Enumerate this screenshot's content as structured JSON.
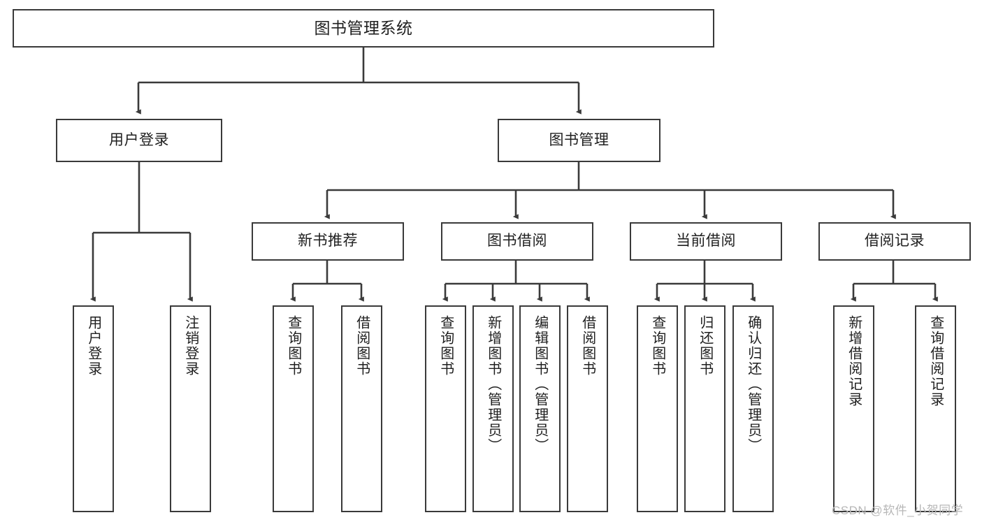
{
  "diagram": {
    "type": "tree-hierarchy-chart",
    "title": "图书管理系统",
    "stroke_color": "#3a3a3a",
    "background_color": "#ffffff",
    "text_color": "#1f1f1f",
    "watermark": "CSDN @软件_小贺同学",
    "watermark_color": "#b7b7b7",
    "nodes": {
      "root": {
        "label": "图书管理系统",
        "level": 0
      },
      "l1": [
        {
          "id": "user-login",
          "label": "用户登录"
        },
        {
          "id": "book-manage",
          "label": "图书管理"
        }
      ],
      "l2": [
        {
          "id": "new-book-recommend",
          "label": "新书推荐"
        },
        {
          "id": "book-borrow",
          "label": "图书借阅"
        },
        {
          "id": "current-borrow",
          "label": "当前借阅"
        },
        {
          "id": "borrow-record",
          "label": "借阅记录"
        }
      ],
      "leaves": {
        "user_login": [
          {
            "id": "leaf-user-login",
            "label": "用户登录"
          },
          {
            "id": "leaf-logout-login",
            "label": "注销登录"
          }
        ],
        "new_book_recommend": [
          {
            "id": "leaf-query-book-1",
            "label": "查询图书"
          },
          {
            "id": "leaf-borrow-book-1",
            "label": "借阅图书"
          }
        ],
        "book_borrow": [
          {
            "id": "leaf-query-book-2",
            "label": "查询图书"
          },
          {
            "id": "leaf-add-book",
            "label": "新增图书（管理员）"
          },
          {
            "id": "leaf-edit-book",
            "label": "编辑图书（管理员）"
          },
          {
            "id": "leaf-borrow-book-2",
            "label": "借阅图书"
          }
        ],
        "current_borrow": [
          {
            "id": "leaf-query-book-3",
            "label": "查询图书"
          },
          {
            "id": "leaf-return-book",
            "label": "归还图书"
          },
          {
            "id": "leaf-confirm-return",
            "label": "确认归还（管理员）"
          }
        ],
        "borrow_record": [
          {
            "id": "leaf-add-borrow-record",
            "label": "新增借阅记录"
          },
          {
            "id": "leaf-query-borrow-record",
            "label": "查询借阅记录"
          }
        ]
      }
    }
  }
}
